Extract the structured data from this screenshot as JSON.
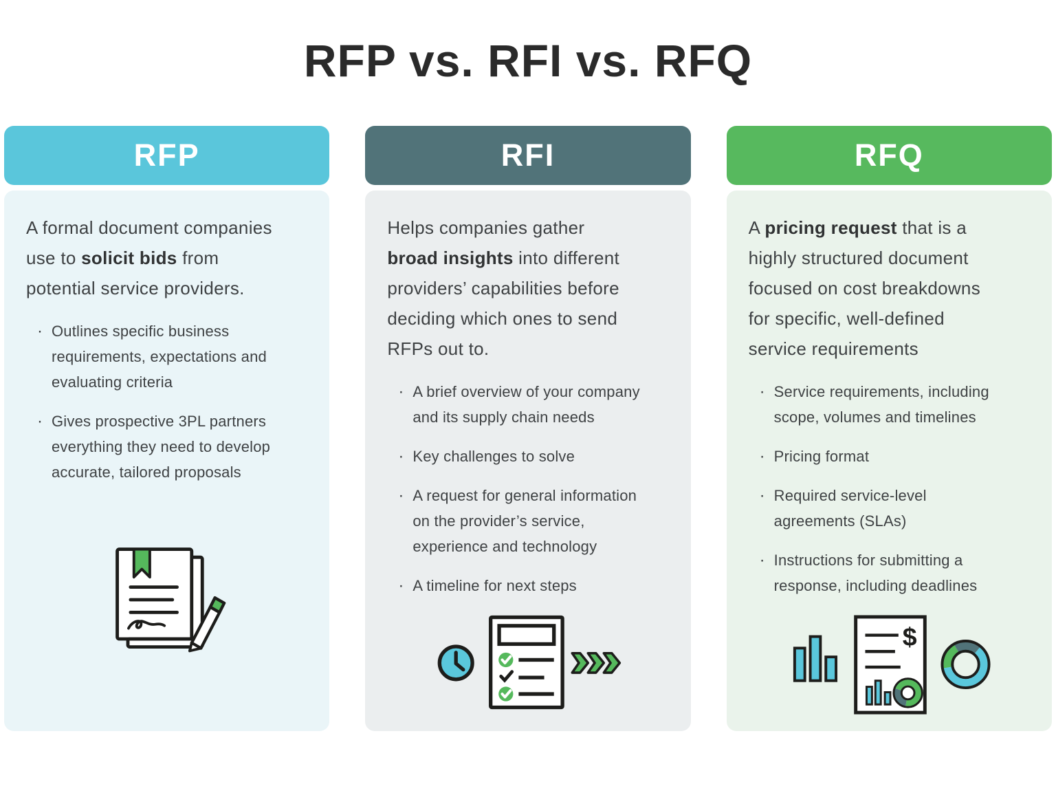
{
  "page_title": "RFP vs. RFI vs. RFQ",
  "bullet_marker": "·",
  "palette": {
    "title": "#2a2a2a",
    "text": "#3e4143",
    "ink": "#1d1d1b",
    "cyan": "#5ac7dc",
    "green": "#55b95c",
    "slate": "#517379"
  },
  "columns": [
    {
      "id": "rfp",
      "title": "RFP",
      "colors": {
        "header": "#5ac6db",
        "body": "#eaf5f8"
      },
      "intro_lines": [
        [
          {
            "t": "A formal document companies"
          }
        ],
        [
          {
            "t": "use to "
          },
          {
            "t": "solicit bids",
            "b": true
          },
          {
            "t": " from"
          }
        ],
        [
          {
            "t": "potential service providers."
          }
        ]
      ],
      "bullets": [
        [
          "Outlines specific business",
          "requirements, expectations and",
          "evaluating criteria"
        ],
        [
          "Gives prospective 3PL partners",
          "everything they need to develop",
          "accurate, tailored proposals"
        ]
      ],
      "icons": [
        "signed-document-pen-icon"
      ]
    },
    {
      "id": "rfi",
      "title": "RFI",
      "colors": {
        "header": "#517379",
        "body": "#ebeeef"
      },
      "intro_lines": [
        [
          {
            "t": "Helps companies gather"
          }
        ],
        [
          {
            "t": "broad insights",
            "b": true
          },
          {
            "t": " into different"
          }
        ],
        [
          {
            "t": "providers’ capabilities before"
          }
        ],
        [
          {
            "t": "deciding which ones to send"
          }
        ],
        [
          {
            "t": "RFPs out to."
          }
        ]
      ],
      "bullets": [
        [
          "A brief overview of your company",
          "and its supply chain needs"
        ],
        [
          "Key challenges to solve"
        ],
        [
          "A request for general information",
          "on the provider’s service,",
          "experience and technology"
        ],
        [
          "A timeline for next steps"
        ]
      ],
      "icons": [
        "clock-icon",
        "checklist-icon",
        "chevron-arrows-icon"
      ]
    },
    {
      "id": "rfq",
      "title": "RFQ",
      "colors": {
        "header": "#57b95e",
        "body": "#eaf3eb"
      },
      "intro_lines": [
        [
          {
            "t": "A "
          },
          {
            "t": "pricing request",
            "b": true
          },
          {
            "t": " that is a"
          }
        ],
        [
          {
            "t": "highly structured document"
          }
        ],
        [
          {
            "t": "focused on cost breakdowns"
          }
        ],
        [
          {
            "t": "for specific, well-defined"
          }
        ],
        [
          {
            "t": "service requirements"
          }
        ]
      ],
      "bullets": [
        [
          "Service requirements, including",
          "scope, volumes and timelines"
        ],
        [
          "Pricing format"
        ],
        [
          "Required service-level",
          "agreements (SLAs)"
        ],
        [
          "Instructions for submitting a",
          "response, including deadlines"
        ]
      ],
      "icon_labels": {
        "dollar": "$"
      },
      "icons": [
        "bar-chart-icon",
        "price-document-icon",
        "donut-chart-icon"
      ]
    }
  ]
}
